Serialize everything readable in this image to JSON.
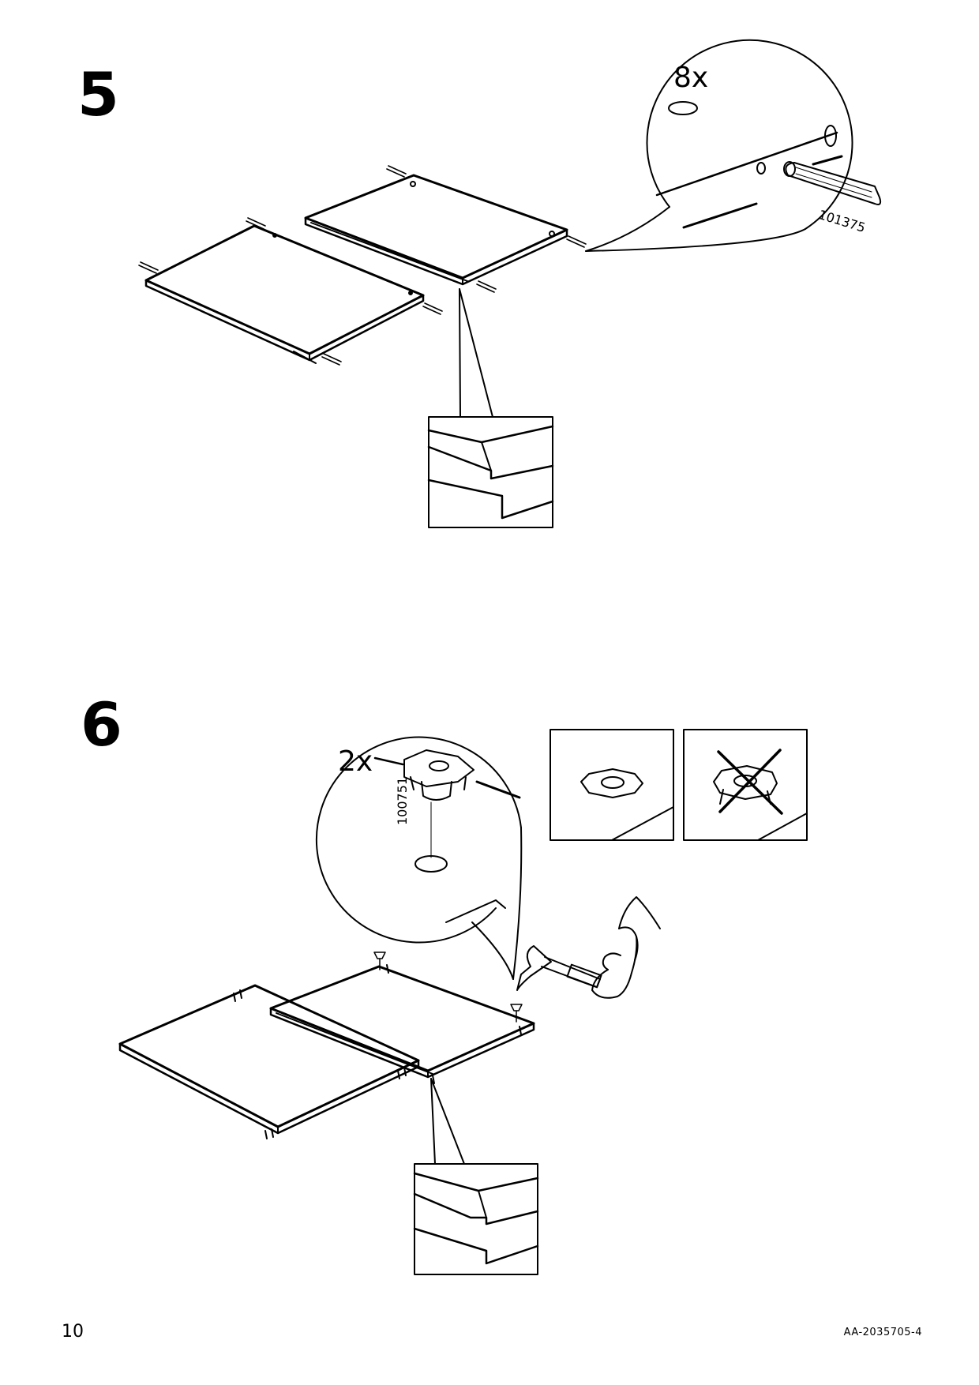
{
  "step5": {
    "number": "5",
    "quantity": "8x",
    "part_number": "101375"
  },
  "step6": {
    "number": "6",
    "quantity": "2x",
    "part_number": "100751"
  },
  "footer": {
    "page_number": "10",
    "document_id": "AA-2035705-4"
  },
  "icons": [
    "dowel-icon",
    "tee-nut-icon",
    "hammer-icon",
    "hand-icon",
    "cross-out-icon"
  ]
}
